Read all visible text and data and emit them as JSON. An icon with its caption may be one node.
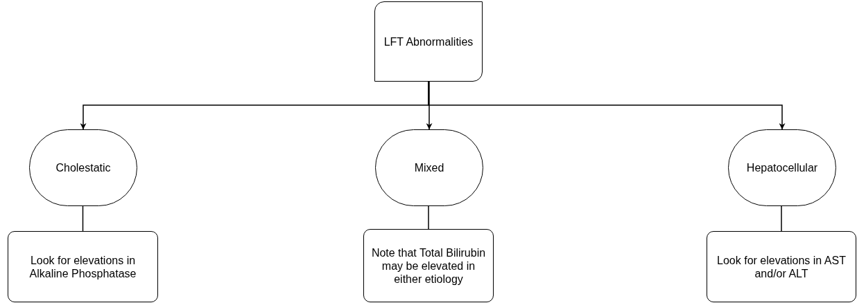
{
  "diagram": {
    "nodes": [
      {
        "text": [
          "LFT Abnormalities"
        ]
      },
      {
        "text": [
          "Cholestatic"
        ]
      },
      {
        "text": [
          "Mixed"
        ]
      },
      {
        "text": [
          "Hepatocellular"
        ]
      },
      {
        "text": [
          "Look for elevations in Alkaline Phosphatase"
        ]
      },
      {
        "text": [
          "Note that Total Bilirubin may be elevated in either etiology"
        ]
      },
      {
        "text": [
          "Look for elevations in AST and/or ALT"
        ]
      }
    ],
    "edges": [
      {
        "from": 0,
        "to": 1,
        "arrow": "to"
      },
      {
        "from": 0,
        "to": 2,
        "arrow": "to"
      },
      {
        "from": 0,
        "to": 3,
        "arrow": "to"
      },
      {
        "from": 1,
        "to": 4,
        "arrow": "none"
      },
      {
        "from": 2,
        "to": 5,
        "arrow": "none"
      },
      {
        "from": 3,
        "to": 6,
        "arrow": "none"
      }
    ]
  }
}
